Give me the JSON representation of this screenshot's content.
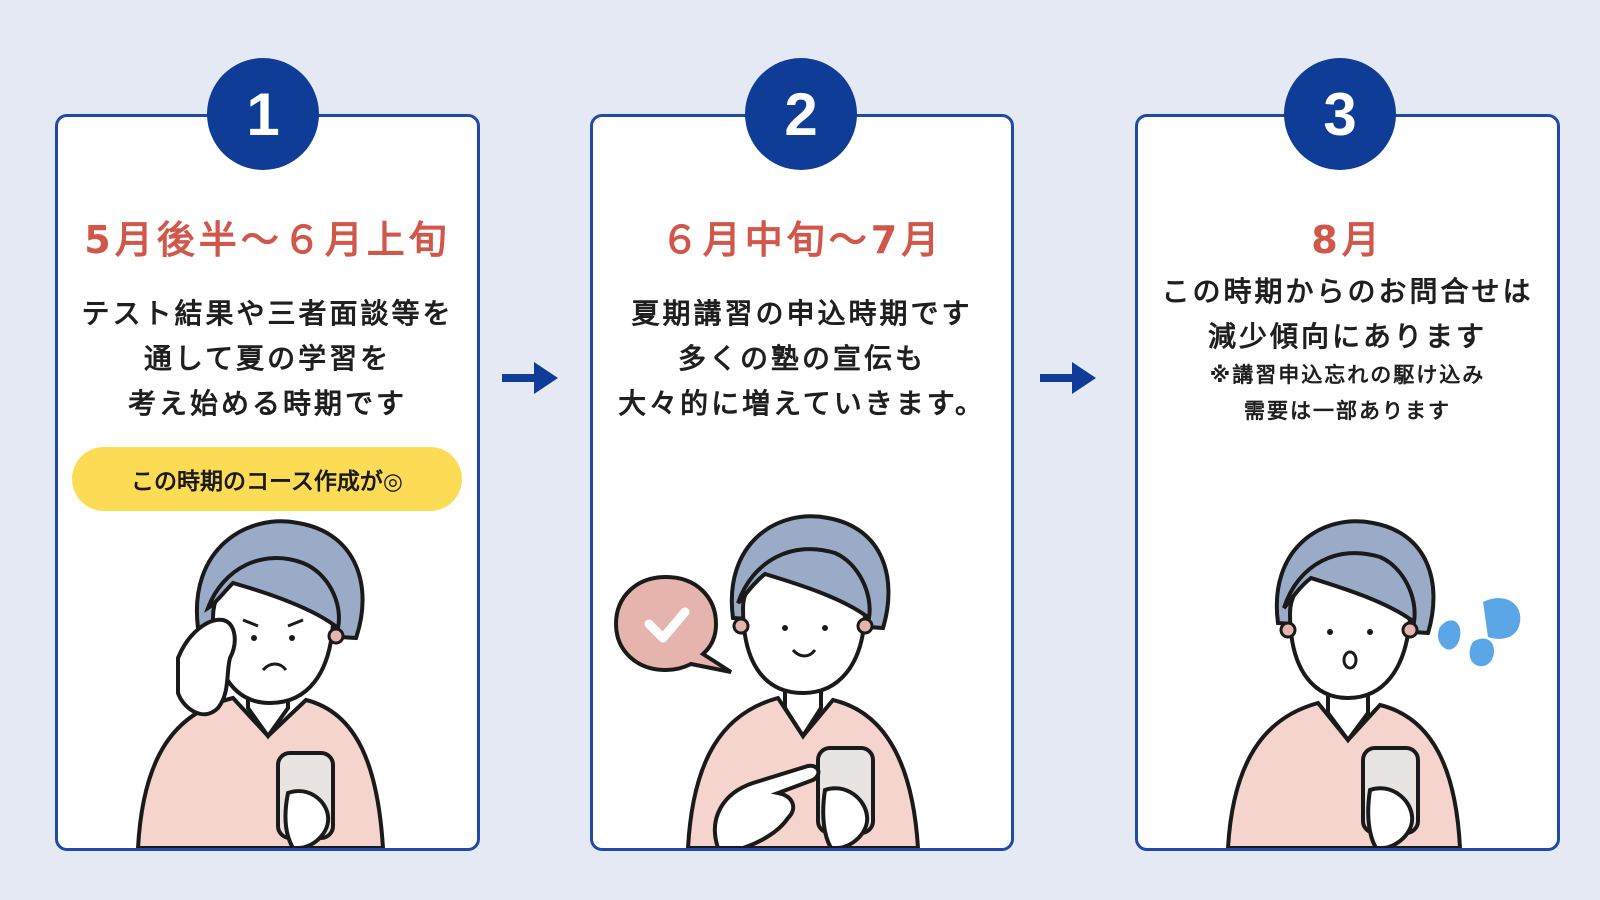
{
  "steps": [
    {
      "number": "1",
      "period": "5月後半～６月上旬",
      "lines": [
        "テスト結果や三者面談等を",
        "通して夏の学習を",
        "考え始める時期です"
      ],
      "highlight": "この時期のコース作成が◎"
    },
    {
      "number": "2",
      "period": "６月中旬～7月",
      "lines": [
        "夏期講習の申込時期です",
        "多くの塾の宣伝も",
        "大々的に増えていきます。"
      ]
    },
    {
      "number": "3",
      "period": "8月",
      "lines": [
        "この時期からのお問合せは",
        "減少傾向にあります"
      ],
      "notes": [
        "※講習申込忘れの駆け込み",
        "需要は一部あります"
      ]
    }
  ],
  "colors": {
    "background": "#e4e9f3",
    "card_border": "#1f4aa8",
    "badge": "#0f3c96",
    "heading": "#d0574a",
    "highlight_pill": "#fddc55",
    "arrow": "#0f3c96",
    "hair": "#9aabc8",
    "shirt": "#f4d4cd",
    "speech_bubble": "#e5b4ad",
    "sweat_drops": "#5aa6e6"
  },
  "icons": [
    "right-arrow-icon",
    "right-arrow-icon",
    "check-icon",
    "sweat-drops-icon"
  ]
}
